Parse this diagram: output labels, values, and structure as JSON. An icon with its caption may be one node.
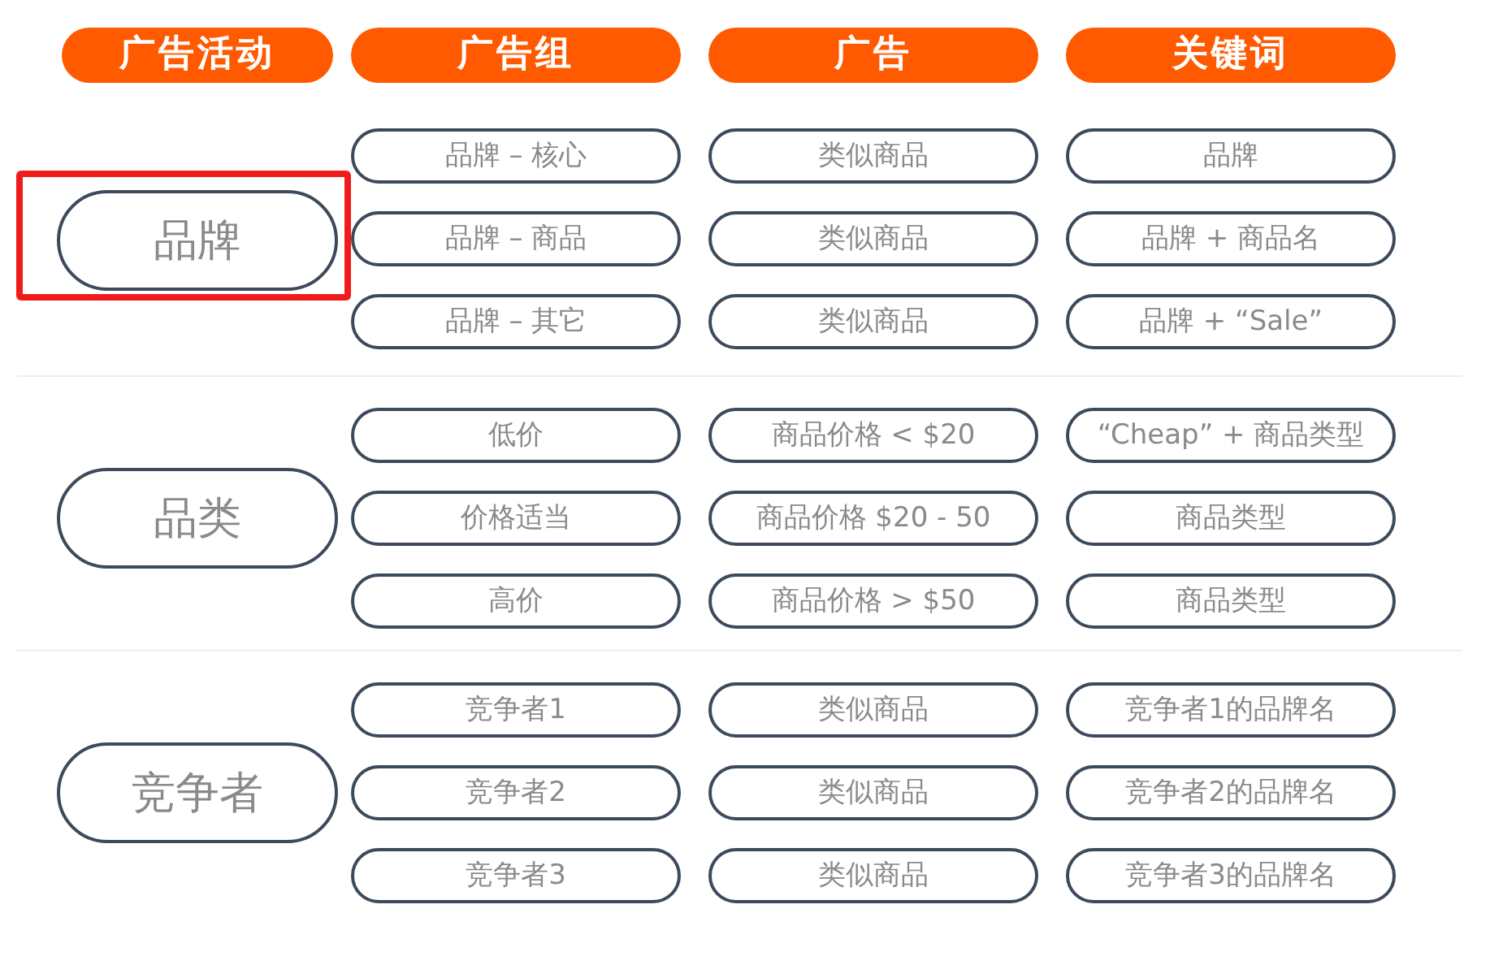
{
  "diagram": {
    "nodes": [
      {
        "text": [
          "广告活动"
        ]
      },
      {
        "text": [
          "广告组"
        ]
      },
      {
        "text": [
          "广告"
        ]
      },
      {
        "text": [
          "关键词"
        ]
      },
      {
        "text": [
          "品牌"
        ]
      },
      {
        "text": [
          "品牌 – 核心"
        ]
      },
      {
        "text": [
          "类似商品"
        ]
      },
      {
        "text": [
          "品牌"
        ]
      },
      {
        "text": [
          "品牌 – 商品"
        ]
      },
      {
        "text": [
          "类似商品"
        ]
      },
      {
        "text": [
          "品牌 + 商品名"
        ]
      },
      {
        "text": [
          "品牌 – 其它"
        ]
      },
      {
        "text": [
          "类似商品"
        ]
      },
      {
        "text": [
          "品牌 + “Sale”"
        ]
      },
      {
        "text": [
          "品类"
        ]
      },
      {
        "text": [
          "低价"
        ]
      },
      {
        "text": [
          "商品价格 < $20"
        ]
      },
      {
        "text": [
          "“Cheap” + 商品类型"
        ]
      },
      {
        "text": [
          "价格适当"
        ]
      },
      {
        "text": [
          "商品价格 $20 - 50"
        ]
      },
      {
        "text": [
          "商品类型"
        ]
      },
      {
        "text": [
          "高价"
        ]
      },
      {
        "text": [
          "商品价格 > $50"
        ]
      },
      {
        "text": [
          "商品类型"
        ]
      },
      {
        "text": [
          "竞争者"
        ]
      },
      {
        "text": [
          "竞争者1"
        ]
      },
      {
        "text": [
          "类似商品"
        ]
      },
      {
        "text": [
          "竞争者1的品牌名"
        ]
      },
      {
        "text": [
          "竞争者2"
        ]
      },
      {
        "text": [
          "类似商品"
        ]
      },
      {
        "text": [
          "竞争者2的品牌名"
        ]
      },
      {
        "text": [
          "竞争者3"
        ]
      },
      {
        "text": [
          "类似商品"
        ]
      },
      {
        "text": [
          "竞争者3的品牌名"
        ]
      }
    ]
  }
}
